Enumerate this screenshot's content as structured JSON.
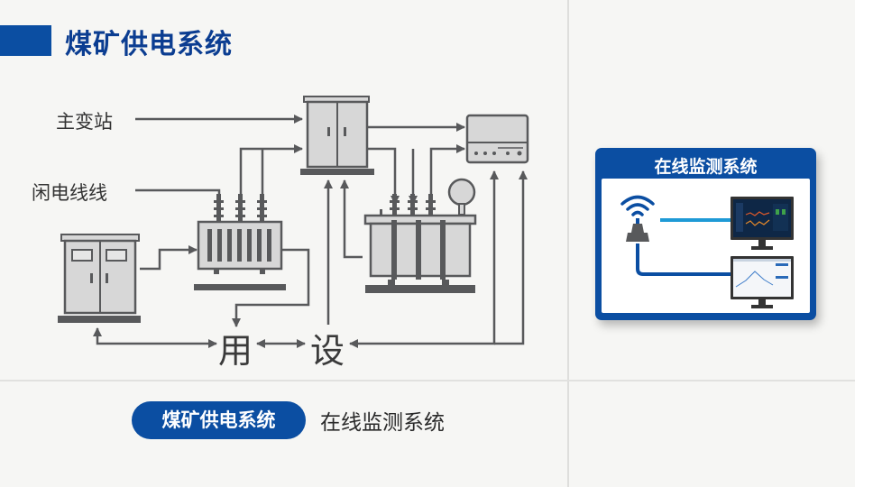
{
  "header": {
    "title": "煤矿供电系统"
  },
  "diagram": {
    "labels": {
      "main_substation": "主变站",
      "idle_line": "闲电线线",
      "user_node": "用",
      "equipment_node": "设"
    },
    "components": [
      "switchgear-cabinet-top",
      "switchgear-cabinet-left",
      "distribution-transformer",
      "power-transformer",
      "monitoring-unit"
    ]
  },
  "monitoring_card": {
    "title": "在线监测系统",
    "colors": {
      "frame": "#0b4ea2",
      "light_link": "#1e9ad6",
      "dark_link": "#0b4ea2"
    }
  },
  "footer": {
    "active_tab": "煤矿供电系统",
    "inactive_tab": "在线监测系统"
  },
  "colors": {
    "brand_blue": "#0b4ea2",
    "equipment_gray": "#58595b",
    "equipment_fill": "#d7d7d7"
  }
}
